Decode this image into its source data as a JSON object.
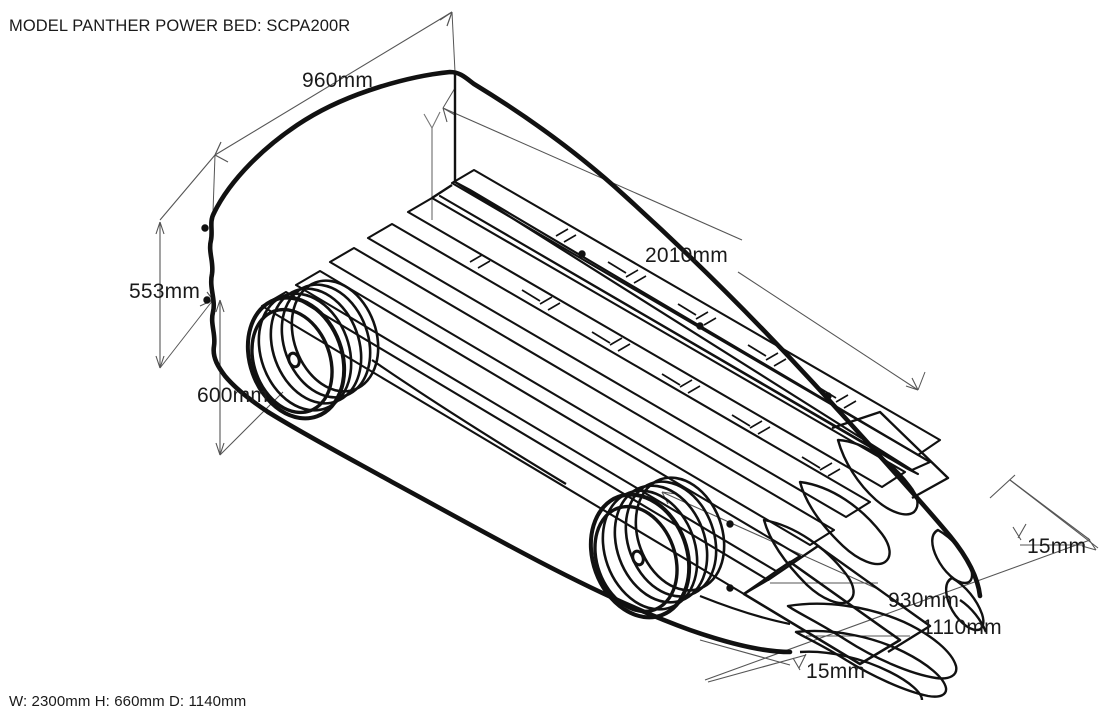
{
  "document": {
    "title": "MODEL PANTHER POWER BED: SCPA200R",
    "footer": "W: 2300mm H: 660mm D: 1140mm",
    "background_color": "#ffffff",
    "line_color": "#111111",
    "dimension_line_color": "#555555",
    "text_color": "#1a1a1a"
  },
  "dimensions": {
    "top_rear_length": "960mm",
    "rear_height": "553mm",
    "rear_lower_height": "600mm",
    "bed_length": "2010mm",
    "front_right_thickness": "15mm",
    "front_width_inner": "930mm",
    "front_width_outer": "1110mm",
    "front_left_thickness": "15mm"
  },
  "drawing": {
    "subject": "car-shaped children's bed, isometric line drawing",
    "view": "isometric wireframe outline",
    "components": [
      "car-body-outline",
      "rear-headboard",
      "bed-slat-platform",
      "rear-wheel",
      "front-wheel",
      "front-bonnet",
      "front-grille",
      "front-bumper",
      "headlights"
    ],
    "slat_count": 7,
    "wheel_rings": 4
  }
}
